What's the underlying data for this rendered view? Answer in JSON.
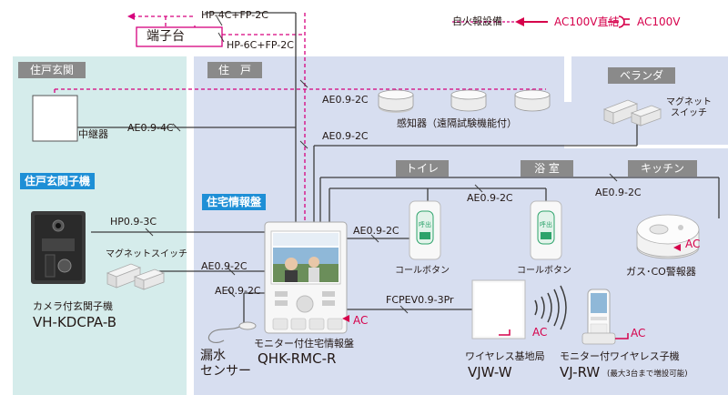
{
  "legend": {
    "fire_alarm": "自火報設備",
    "ac_direct": "AC100V直結",
    "ac_plug": "AC100V"
  },
  "terminal": {
    "label": "端子台",
    "cable_top": "HP-4C+FP-2C",
    "cable_bottom": "HP-6C+FP-2C"
  },
  "zones": {
    "entrance": "住戸玄関",
    "dwelling": "住　戸",
    "veranda": "ベランダ",
    "toilet": "トイレ",
    "bath": "浴 室",
    "kitchen": "キッチン"
  },
  "entrance": {
    "relay_label": "中継器",
    "relay_cable": "AE0.9-4C",
    "door_station_header": "住戸玄関子機",
    "camera_cable": "HP0.9-3C",
    "magnet_switch": "マグネットスイッチ",
    "camera_name": "カメラ付玄関子機",
    "camera_model": "VH-KDCPA-B"
  },
  "dwelling": {
    "detector_cable": "AE0.9-2C",
    "detector_label": "感知器（遠隔試験機能付）",
    "upper_cable": "AE0.9-2C",
    "veranda_switch": "マグネット\nスイッチ",
    "toilet_cable": "AE0.9-2C",
    "kitchen_cable": "AE0.9-2C",
    "panel_header": "住宅情報盤",
    "call_cable": "AE0.9-2C",
    "call_button_1": "コールボタン",
    "call_button_2": "コールボタン",
    "gas_alarm": "ガス･CO警報器",
    "magnet_cable": "AE0.9-2C",
    "leak_cable": "AE0.9-2C",
    "base_cable": "FCPEV0.9-3Pr",
    "leak_sensor_1": "漏水",
    "leak_sensor_2": "センサー",
    "panel_name": "モニター付住宅情報盤",
    "panel_model": "QHK-RMC-R",
    "base_name": "ワイヤレス基地局",
    "base_model": "VJW-W",
    "handset_name": "モニター付ワイヤレス子機",
    "handset_model": "VJ-RW",
    "handset_note": "(最大3台まで増設可能)",
    "ac_mark": "AC",
    "call_mark": "呼出"
  },
  "colors": {
    "entrance_bg": "#d5eceb",
    "dwelling_bg": "#d7def0",
    "fire_line": "#d6007e",
    "ac_red": "#d6004b",
    "wire": "#3c3c3c",
    "header_gray": "#8a8a8a",
    "header_blue": "#1e8fd6"
  }
}
